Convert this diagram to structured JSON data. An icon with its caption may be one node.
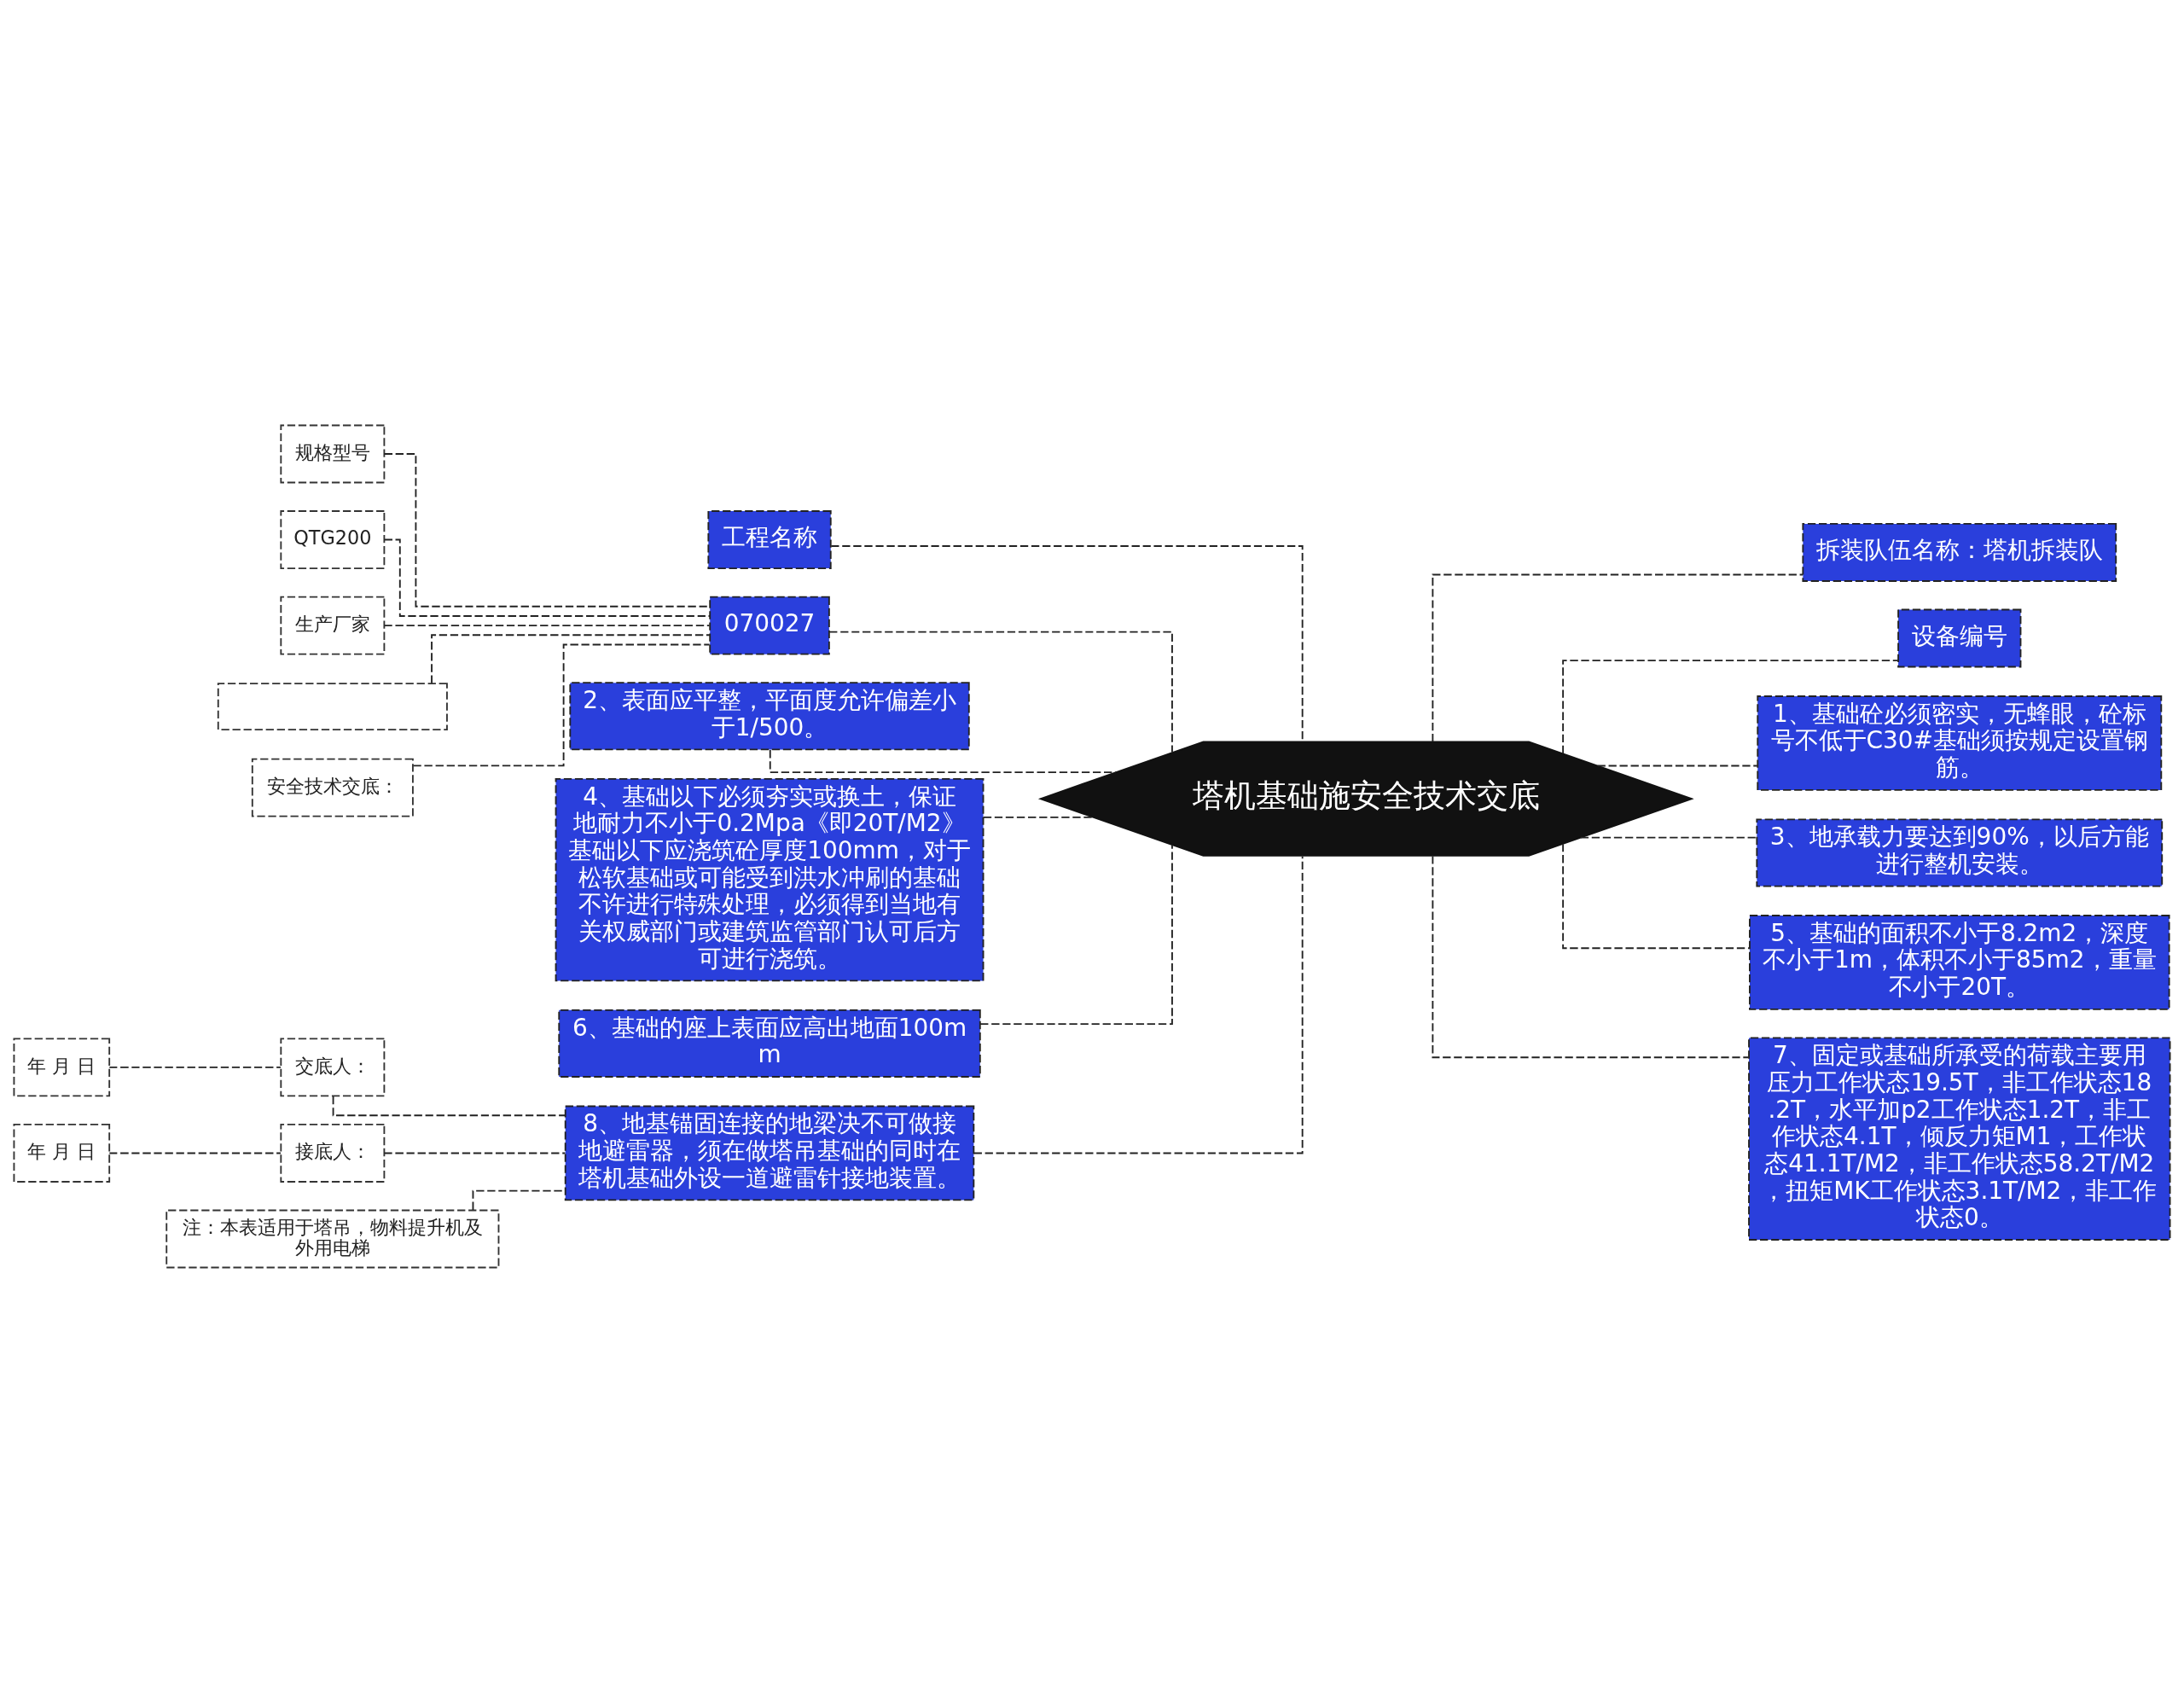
{
  "diagram": {
    "nodes": [
      {
        "text": [
          "塔机基础施安全技术交底"
        ]
      },
      {
        "text": [
          "工程名称"
        ]
      },
      {
        "text": [
          "070027"
        ]
      },
      {
        "text": [
          "规格型号"
        ]
      },
      {
        "text": [
          "QTG200"
        ]
      },
      {
        "text": [
          "生产厂家"
        ]
      },
      {
        "text": [],
        "shape": "box"
      },
      {
        "text": [
          "安全技术交底："
        ]
      },
      {
        "text": [
          "2、表面应平整，平面度允许偏差小于1/500。"
        ]
      },
      {
        "text": [
          "4、基础以下必须夯实或换土，保证地耐力不小于0.2Mpa《即20T/M2》基础以下应浇筑砼厚度100mm，对于松软基础或可能受到洪水冲刷的基础不许进行特殊处理，必须得到当地有关权威部门或建筑监管部门认可后方可进行浇筑。"
        ]
      },
      {
        "text": [
          "6、基础的座上表面应高出地面100mm"
        ]
      },
      {
        "text": [
          "8、地基锚固连接的地梁决不可做接地避雷器，须在做塔吊基础的同时在塔机基础外设一道避雷针接地装置。"
        ]
      },
      {
        "text": [
          "交底人："
        ]
      },
      {
        "text": [
          "年 月 日"
        ]
      },
      {
        "text": [
          "接底人："
        ]
      },
      {
        "text": [
          "年 月 日"
        ]
      },
      {
        "text": [
          "注：本表适用于塔吊，物料提升机及外用电梯"
        ]
      },
      {
        "text": [
          "拆装队伍名称：塔机拆装队"
        ]
      },
      {
        "text": [
          "设备编号"
        ]
      },
      {
        "text": [
          "1、基础砼必须密实，无蜂眼，砼标号不低于C30#基础须按规定设置钢筋。"
        ]
      },
      {
        "text": [
          "3、地承载力要达到90%，以后方能进行整机安装。"
        ]
      },
      {
        "text": [
          "5、基础的面积不小于8.2m2，深度不小于1m，体积不小于85m2，重量不小于20T。"
        ]
      },
      {
        "text": [
          "7、固定或基础所承受的荷载主要用压力工作状态19.5T，非工作状态18.2T，水平加p2工作状态1.2T，非工作状态4.1T，倾反力矩M1，工作状态41.1T/M2，非工作状态58.2T/M2，扭矩MK工作状态3.1T/M2，非工作状态0。"
        ]
      }
    ],
    "edges": [
      {
        "from": 1,
        "to": 0,
        "arrow": "none",
        "style": "dashed"
      },
      {
        "from": 2,
        "to": 0,
        "arrow": "none",
        "style": "dashed"
      },
      {
        "from": 3,
        "to": 2,
        "arrow": "none",
        "style": "dashed"
      },
      {
        "from": 4,
        "to": 2,
        "arrow": "none",
        "style": "dashed"
      },
      {
        "from": 5,
        "to": 2,
        "arrow": "none",
        "style": "dashed"
      },
      {
        "from": 6,
        "to": 2,
        "arrow": "none",
        "style": "dashed"
      },
      {
        "from": 7,
        "to": 2,
        "arrow": "none",
        "style": "dashed"
      },
      {
        "from": 8,
        "to": 0,
        "arrow": "none",
        "style": "dashed"
      },
      {
        "from": 9,
        "to": 0,
        "arrow": "none",
        "style": "dashed"
      },
      {
        "from": 10,
        "to": 0,
        "arrow": "none",
        "style": "dashed"
      },
      {
        "from": 11,
        "to": 0,
        "arrow": "none",
        "style": "dashed"
      },
      {
        "from": 12,
        "to": 11,
        "arrow": "none",
        "style": "dashed"
      },
      {
        "from": 13,
        "to": 12,
        "arrow": "none",
        "style": "dashed"
      },
      {
        "from": 14,
        "to": 11,
        "arrow": "none",
        "style": "dashed"
      },
      {
        "from": 15,
        "to": 14,
        "arrow": "none",
        "style": "dashed"
      },
      {
        "from": 16,
        "to": 11,
        "arrow": "none",
        "style": "dashed"
      },
      {
        "from": 0,
        "to": 17,
        "arrow": "none",
        "style": "dashed"
      },
      {
        "from": 0,
        "to": 18,
        "arrow": "none",
        "style": "dashed"
      },
      {
        "from": 0,
        "to": 19,
        "arrow": "none",
        "style": "dashed"
      },
      {
        "from": 0,
        "to": 20,
        "arrow": "none",
        "style": "dashed"
      },
      {
        "from": 0,
        "to": 21,
        "arrow": "none",
        "style": "dashed"
      },
      {
        "from": 0,
        "to": 22,
        "arrow": "none",
        "style": "dashed"
      }
    ]
  }
}
